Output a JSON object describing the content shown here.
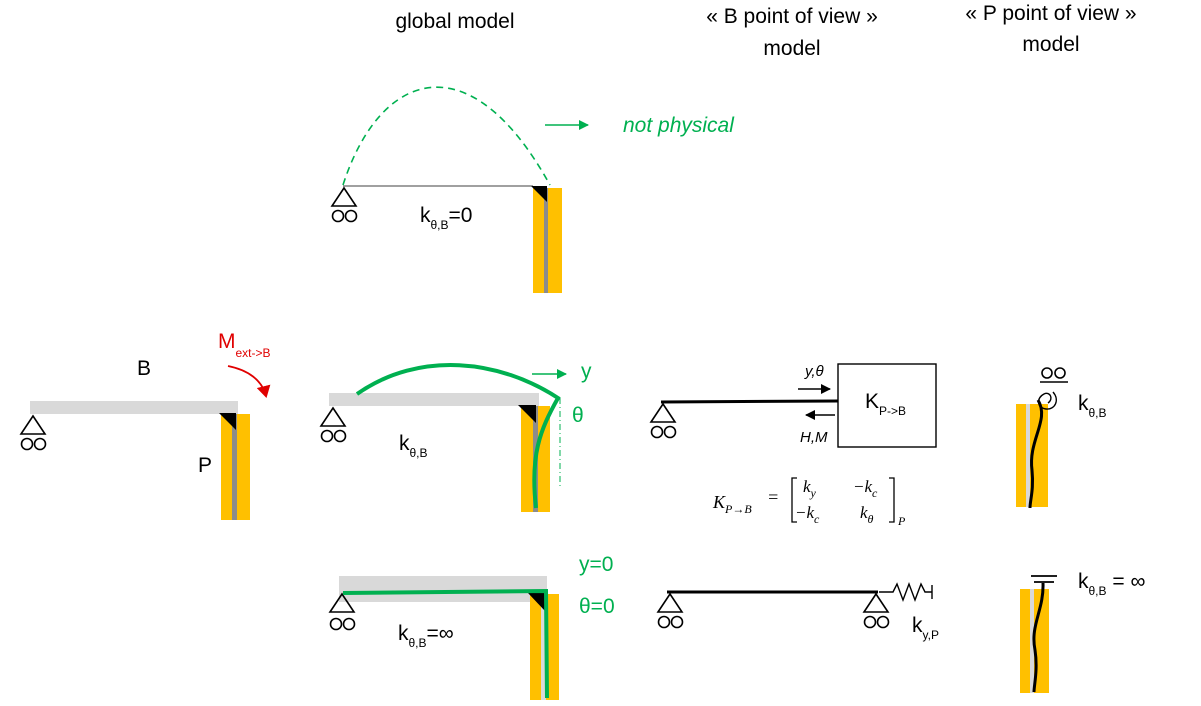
{
  "headers": {
    "global": "global model",
    "b_view_line1": "« B point of view »",
    "b_view_line2": "model",
    "p_view_line1": "« P point of view »",
    "p_view_line2": "model"
  },
  "row1": {
    "not_physical": "not physical",
    "k_main": "k",
    "k_sub": "θ,B",
    "k_suffix": "=0"
  },
  "row2": {
    "m_main": "M",
    "m_sub": "ext->B",
    "b_label": "B",
    "p_label": "P",
    "y_label": "y",
    "theta_label": "θ",
    "k_main": "k",
    "k_sub": "θ,B",
    "b_model": {
      "force_top": "y,θ",
      "force_bottom": "H,M",
      "box_main": "K",
      "box_sub": "P->B"
    },
    "matrix": {
      "lhs_main": "K",
      "lhs_sub": "P→B",
      "equals": "=",
      "a11_main": "k",
      "a11_sub": "y",
      "a12_main": "−k",
      "a12_sub": "c",
      "a21_main": "−k",
      "a21_sub": "c",
      "a22_main": "k",
      "a22_sub": "θ",
      "outer_sub": "P"
    },
    "p_model": {
      "k_main": "k",
      "k_sub": "θ,B"
    }
  },
  "row3": {
    "y_zero": "y=0",
    "theta_zero": "θ=0",
    "k_main": "k",
    "k_sub": "θ,B",
    "k_suffix": "=∞",
    "spring_main": "k",
    "spring_sub": "y,P",
    "p_model": {
      "k_main": "k",
      "k_sub": "θ,B",
      "k_suffix": " = ∞"
    }
  },
  "colors": {
    "green": "#00b050",
    "red": "#e00000",
    "yellow": "#ffc000",
    "beam_gray": "#d9d9d9",
    "pile_gray": "#8c8c8c"
  }
}
